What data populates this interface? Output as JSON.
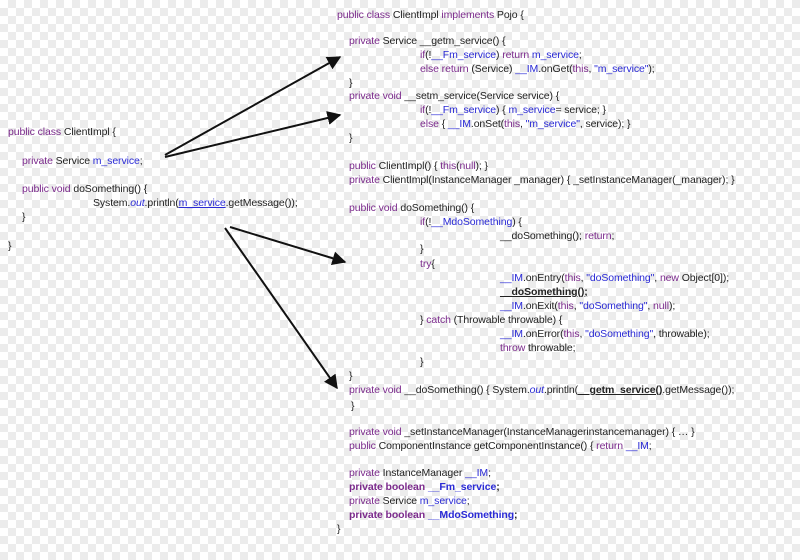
{
  "left_code": [
    [
      {
        "t": "public class",
        "c": "kw"
      },
      {
        "t": " ClientImpl {"
      }
    ],
    [
      {
        "t": "private",
        "c": "kw"
      },
      {
        "t": " Service "
      },
      {
        "t": "m_service",
        "c": "fd"
      },
      {
        "t": ";"
      }
    ],
    [
      {
        "t": "public void",
        "c": "kw"
      },
      {
        "t": " doSomething() {"
      }
    ],
    [
      {
        "t": "System."
      },
      {
        "t": "out",
        "c": "fs"
      },
      {
        "t": ".println("
      },
      {
        "t": "m_service",
        "c": "fd u"
      },
      {
        "t": ".getMessage());"
      }
    ],
    [
      {
        "t": "}"
      }
    ],
    [
      {
        "t": "}"
      }
    ]
  ],
  "right_code": [
    [
      {
        "t": "public class",
        "c": "kw"
      },
      {
        "t": " ClientImpl "
      },
      {
        "t": "implements",
        "c": "kw"
      },
      {
        "t": " Pojo {"
      }
    ],
    [
      {
        "t": "private",
        "c": "kw"
      },
      {
        "t": " Service __getm_service() {"
      }
    ],
    [
      {
        "t": "if",
        "c": "kw"
      },
      {
        "t": "(!"
      },
      {
        "t": "__Fm_service",
        "c": "fd"
      },
      {
        "t": ") "
      },
      {
        "t": "return",
        "c": "kw"
      },
      {
        "t": " "
      },
      {
        "t": "m_service",
        "c": "fd"
      },
      {
        "t": ";"
      }
    ],
    [
      {
        "t": "else return",
        "c": "kw"
      },
      {
        "t": " (Service) "
      },
      {
        "t": "__IM",
        "c": "fd"
      },
      {
        "t": ".onGet("
      },
      {
        "t": "this",
        "c": "kw"
      },
      {
        "t": ", "
      },
      {
        "t": "\"m_service\"",
        "c": "st"
      },
      {
        "t": ");"
      }
    ],
    [
      {
        "t": "}"
      }
    ],
    [
      {
        "t": "private void",
        "c": "kw"
      },
      {
        "t": " __setm_service(Service service) {"
      }
    ],
    [
      {
        "t": "if",
        "c": "kw"
      },
      {
        "t": "(!"
      },
      {
        "t": "__Fm_service",
        "c": "fd"
      },
      {
        "t": ") { "
      },
      {
        "t": "m_service",
        "c": "fd"
      },
      {
        "t": "= service; }"
      }
    ],
    [
      {
        "t": "else",
        "c": "kw"
      },
      {
        "t": " {  "
      },
      {
        "t": "__IM",
        "c": "fd"
      },
      {
        "t": ".onSet("
      },
      {
        "t": "this",
        "c": "kw"
      },
      {
        "t": ", "
      },
      {
        "t": "\"m_service\"",
        "c": "st"
      },
      {
        "t": ", service); }"
      }
    ],
    [
      {
        "t": "}"
      }
    ],
    [
      {
        "t": "public",
        "c": "kw"
      },
      {
        "t": " ClientImpl() { "
      },
      {
        "t": "this",
        "c": "kw"
      },
      {
        "t": "("
      },
      {
        "t": "null",
        "c": "kw"
      },
      {
        "t": "); }"
      }
    ],
    [
      {
        "t": "private",
        "c": "kw"
      },
      {
        "t": " ClientImpl(InstanceManager _manager) {  _setInstanceManager(_manager); }"
      }
    ],
    [
      {
        "t": "public void",
        "c": "kw"
      },
      {
        "t": " doSomething() {"
      }
    ],
    [
      {
        "t": "if",
        "c": "kw"
      },
      {
        "t": "(!"
      },
      {
        "t": "__MdoSomething",
        "c": "fd"
      },
      {
        "t": ") {"
      }
    ],
    [
      {
        "t": "__doSomething(); "
      },
      {
        "t": "return",
        "c": "kw"
      },
      {
        "t": ";"
      }
    ],
    [
      {
        "t": "}"
      }
    ],
    [
      {
        "t": "try",
        "c": "kw"
      },
      {
        "t": "{"
      }
    ],
    [
      {
        "t": "__IM",
        "c": "fd"
      },
      {
        "t": ".onEntry("
      },
      {
        "t": "this",
        "c": "kw"
      },
      {
        "t": ", "
      },
      {
        "t": "\"doSomething\"",
        "c": "st"
      },
      {
        "t": ", "
      },
      {
        "t": "new",
        "c": "kw"
      },
      {
        "t": " Object[0]);"
      }
    ],
    [
      {
        "t": "__doSomething();",
        "c": "b u"
      }
    ],
    [
      {
        "t": "__IM",
        "c": "fd"
      },
      {
        "t": ".onExit("
      },
      {
        "t": "this",
        "c": "kw"
      },
      {
        "t": ", "
      },
      {
        "t": "\"doSomething\"",
        "c": "st"
      },
      {
        "t": ", "
      },
      {
        "t": "null",
        "c": "kw"
      },
      {
        "t": ");"
      }
    ],
    [
      {
        "t": "} "
      },
      {
        "t": "catch",
        "c": "kw"
      },
      {
        "t": " (Throwable throwable) {"
      }
    ],
    [
      {
        "t": "__IM",
        "c": "fd"
      },
      {
        "t": ".onError("
      },
      {
        "t": "this",
        "c": "kw"
      },
      {
        "t": ", "
      },
      {
        "t": "\"doSomething\"",
        "c": "st"
      },
      {
        "t": ", throwable);"
      }
    ],
    [
      {
        "t": "throw",
        "c": "kw"
      },
      {
        "t": " throwable;"
      }
    ],
    [
      {
        "t": "}"
      }
    ],
    [
      {
        "t": "}"
      }
    ],
    [
      {
        "t": "private void",
        "c": "kw"
      },
      {
        "t": " __doSomething() { System."
      },
      {
        "t": "out",
        "c": "fs"
      },
      {
        "t": ".println("
      },
      {
        "t": "__getm_service()",
        "c": "b u"
      },
      {
        "t": ".getMessage());"
      }
    ],
    [
      {
        "t": "}"
      }
    ],
    [
      {
        "t": "private void",
        "c": "kw"
      },
      {
        "t": "  _setInstanceManager(InstanceManagerinstancemanager) { … }"
      }
    ],
    [
      {
        "t": "public",
        "c": "kw"
      },
      {
        "t": " ComponentInstance getComponentInstance() { "
      },
      {
        "t": "return",
        "c": "kw"
      },
      {
        "t": " "
      },
      {
        "t": "__IM",
        "c": "fd"
      },
      {
        "t": ";"
      }
    ],
    [
      {
        "t": "private",
        "c": "kw"
      },
      {
        "t": " InstanceManager "
      },
      {
        "t": "__IM",
        "c": "fd"
      },
      {
        "t": ";"
      }
    ],
    [
      {
        "t": "private boolean",
        "c": "kw b"
      },
      {
        "t": " "
      },
      {
        "t": "__Fm_service",
        "c": "fd b"
      },
      {
        "t": ";",
        "c": "b"
      }
    ],
    [
      {
        "t": "private",
        "c": "kw"
      },
      {
        "t": " Service "
      },
      {
        "t": "m_service",
        "c": "fd"
      },
      {
        "t": ";"
      }
    ],
    [
      {
        "t": "private boolean",
        "c": "kw b"
      },
      {
        "t": " "
      },
      {
        "t": "__MdoSomething",
        "c": "fd b"
      },
      {
        "t": ";",
        "c": "b"
      }
    ],
    [
      {
        "t": "}"
      }
    ]
  ],
  "colors": {
    "keyword": "#7b2a8c",
    "field": "#2a2ad6",
    "plain": "#222222",
    "arrow": "#111111"
  }
}
